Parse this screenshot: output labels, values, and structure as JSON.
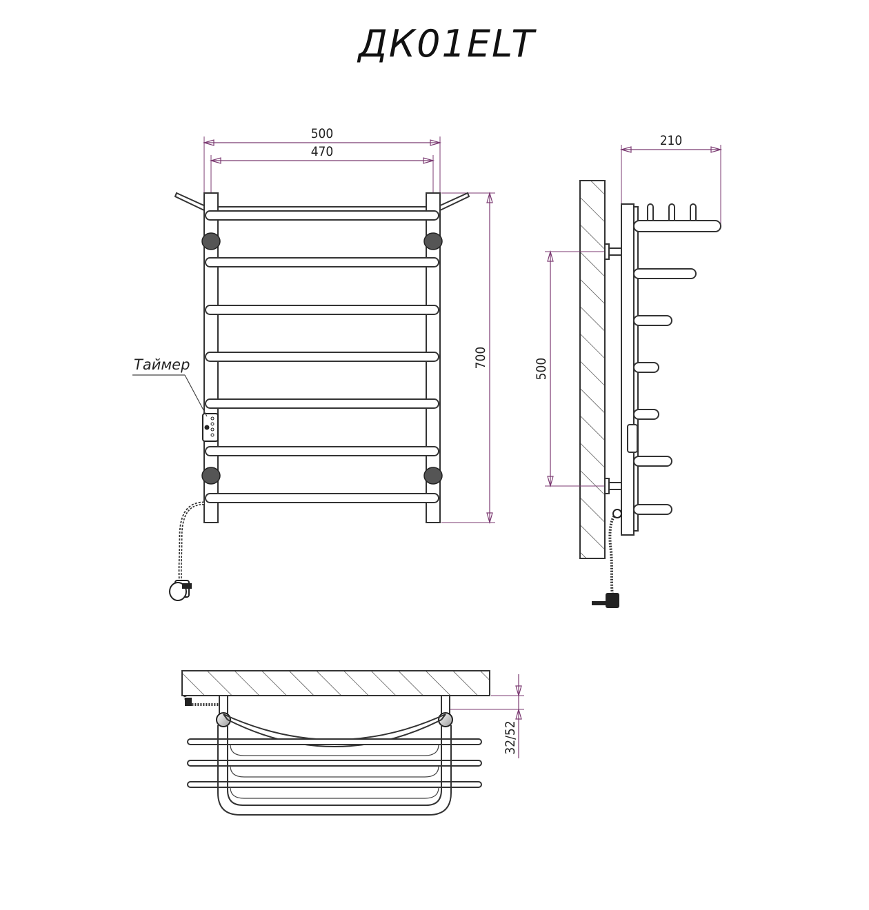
{
  "title": "ДК01ELT",
  "callout": {
    "timer": "Таймер"
  },
  "dimensions": {
    "overall_width": "500",
    "center_distance": "470",
    "overall_height": "700",
    "mount_height": "500",
    "depth": "210",
    "wall_offset": "32/52"
  },
  "colors": {
    "line": "#333333",
    "dimension": "#7b3a72",
    "background": "#ffffff"
  }
}
